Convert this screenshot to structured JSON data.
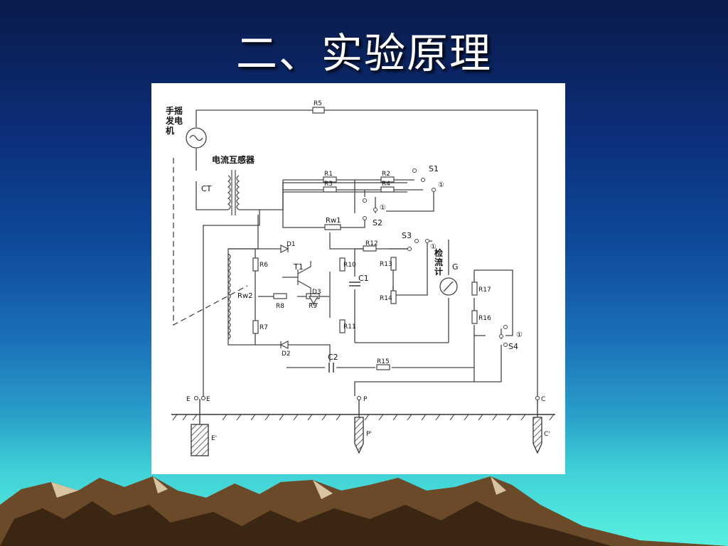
{
  "slide": {
    "title": "二、实验原理"
  },
  "diagram": {
    "labels": {
      "generator": [
        "手摇",
        "发电",
        "机"
      ],
      "ct_title": "电流互感器",
      "ct": "CT",
      "r1": "R1",
      "r2": "R2",
      "r3": "R3",
      "r4": "R4",
      "r5": "R5",
      "r6": "R6",
      "r7": "R7",
      "r8": "R8",
      "r9": "R9",
      "r10": "R10",
      "r11": "R11",
      "r12": "R12",
      "r13": "R13",
      "r14": "R14",
      "r15": "R15",
      "r16": "R16",
      "r17": "R17",
      "rw1": "Rw1",
      "rw2": "Rw2",
      "s1": "S1",
      "s2": "S2",
      "s3": "S3",
      "s4": "S4",
      "d1": "D1",
      "d2": "D2",
      "d3": "D3",
      "t1": "T1",
      "c1": "C1",
      "c2": "C2",
      "g": "G",
      "galvanometer": [
        "检",
        "流",
        "计"
      ],
      "pos1": "①",
      "e_left": "E",
      "e_right": "E",
      "p": "P",
      "c": "C",
      "e_probe": "E'",
      "p_probe": "P'",
      "c_probe": "C'"
    }
  }
}
